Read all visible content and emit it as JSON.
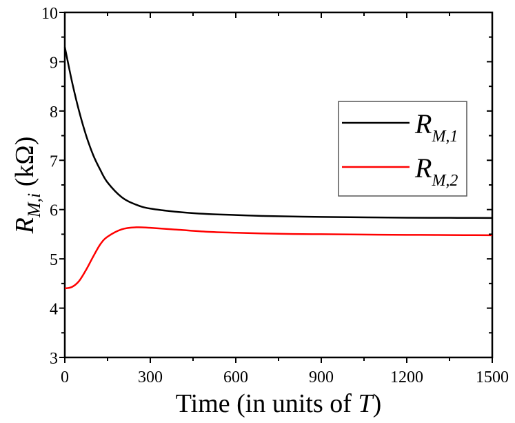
{
  "chart_data": {
    "type": "line",
    "title": "",
    "xlabel": "Time (in units of T)",
    "xlabel_parts": {
      "prefix": "Time (in units of ",
      "italic": "T",
      "suffix": ")"
    },
    "ylabel": "R_{M,i} (kΩ)",
    "ylabel_parts": {
      "main": "R",
      "sub": "M,i",
      "unit": " (kΩ)"
    },
    "xlim": [
      0,
      1500
    ],
    "ylim": [
      3,
      10
    ],
    "xticks": [
      0,
      300,
      600,
      900,
      1200,
      1500
    ],
    "xtick_labels": [
      "0",
      "300",
      "600",
      "900",
      "1200",
      "1500"
    ],
    "yticks": [
      3,
      4,
      5,
      6,
      7,
      8,
      9,
      10
    ],
    "ytick_labels": [
      "3",
      "4",
      "5",
      "6",
      "7",
      "8",
      "9",
      "10"
    ],
    "grid": false,
    "legend_position": "upper right (inside, mid-height)",
    "series": [
      {
        "name": "R_{M,1}",
        "label_main": "R",
        "label_sub": "M,1",
        "color": "#000000",
        "x": [
          0,
          25,
          50,
          75,
          100,
          125,
          150,
          200,
          250,
          300,
          400,
          500,
          600,
          700,
          800,
          900,
          1000,
          1100,
          1200,
          1300,
          1400,
          1500
        ],
        "y": [
          9.3,
          8.6,
          8.0,
          7.5,
          7.1,
          6.8,
          6.55,
          6.25,
          6.1,
          6.02,
          5.95,
          5.91,
          5.89,
          5.87,
          5.86,
          5.85,
          5.845,
          5.84,
          5.835,
          5.833,
          5.832,
          5.83
        ]
      },
      {
        "name": "R_{M,2}",
        "label_main": "R",
        "label_sub": "M,2",
        "color": "#ff0000",
        "x": [
          0,
          25,
          50,
          75,
          100,
          125,
          150,
          200,
          250,
          300,
          400,
          500,
          600,
          700,
          800,
          900,
          1000,
          1100,
          1200,
          1300,
          1400,
          1500
        ],
        "y": [
          4.4,
          4.43,
          4.55,
          4.78,
          5.05,
          5.3,
          5.45,
          5.6,
          5.64,
          5.63,
          5.59,
          5.55,
          5.53,
          5.515,
          5.505,
          5.5,
          5.495,
          5.49,
          5.487,
          5.485,
          5.482,
          5.48
        ]
      }
    ]
  }
}
